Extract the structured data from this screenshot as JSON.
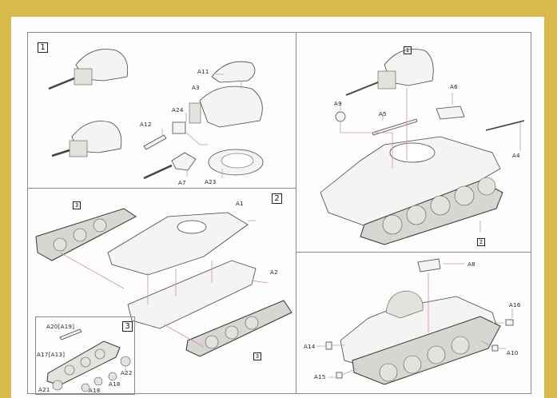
{
  "steps": {
    "step1": {
      "number": "1",
      "parts": [
        "A11",
        "A3",
        "A24",
        "A12",
        "A7",
        "A23"
      ]
    },
    "step_top_right": {
      "subassembly_ref": "1",
      "sub_ref_2": "2",
      "parts": [
        "A6",
        "A9",
        "A5",
        "A4"
      ]
    },
    "step2": {
      "number": "2",
      "subassembly_ref": "3",
      "subassembly_ref_2": "3",
      "parts": [
        "A1",
        "A2"
      ]
    },
    "step3": {
      "number": "3",
      "parts": [
        "A20[A19]",
        "A17[A13]",
        "A22",
        "A18",
        "A18",
        "A21"
      ]
    },
    "step_bottom_right": {
      "parts": [
        "A8",
        "A16",
        "A14",
        "A10",
        "A15"
      ]
    }
  },
  "colors": {
    "border": "#d8b94c",
    "leader": "#d38fae",
    "page": "#fefefc"
  }
}
